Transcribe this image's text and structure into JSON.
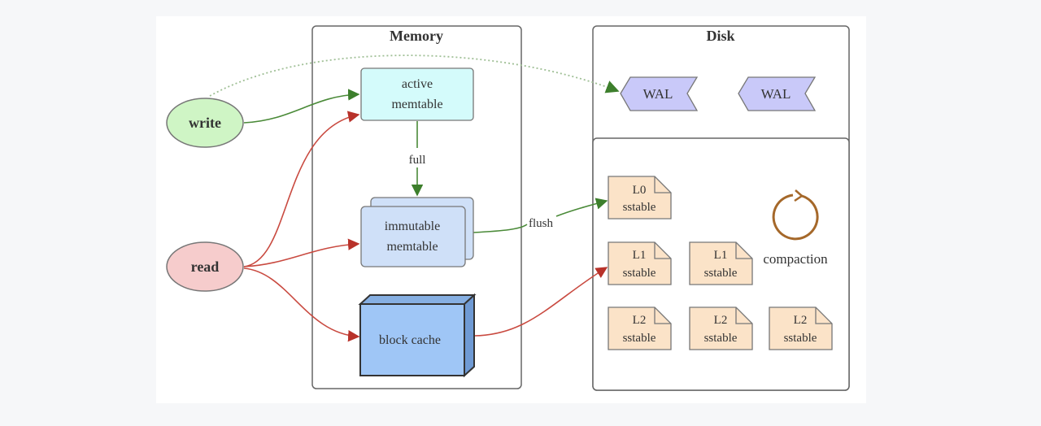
{
  "memory": {
    "title": "Memory",
    "active_memtable": [
      "active",
      "memtable"
    ],
    "immutable_memtable": [
      "immutable",
      "memtable"
    ],
    "block_cache": "block cache"
  },
  "disk": {
    "title": "Disk",
    "wal": [
      "WAL",
      "WAL"
    ],
    "sstables": [
      {
        "level": "L0",
        "kind": "sstable"
      },
      {
        "level": "L1",
        "kind": "sstable"
      },
      {
        "level": "L1",
        "kind": "sstable"
      },
      {
        "level": "L2",
        "kind": "sstable"
      },
      {
        "level": "L2",
        "kind": "sstable"
      },
      {
        "level": "L2",
        "kind": "sstable"
      }
    ],
    "compaction": "compaction"
  },
  "actors": {
    "write": "write",
    "read": "read"
  },
  "edges": {
    "full": "full",
    "flush": "flush"
  },
  "colors": {
    "write_fill": "#cff5c5",
    "read_fill": "#f6cccc",
    "active_fill": "#d4fbfb",
    "immutable_fill": "#cfe0f8",
    "cache_fill": "#9fc6f6",
    "wal_fill": "#c9c9f9",
    "sstable_fill": "#fbe3c8",
    "green_edge": "#4a8a38",
    "red_edge": "#c94a40",
    "compaction": "#a5682a"
  }
}
